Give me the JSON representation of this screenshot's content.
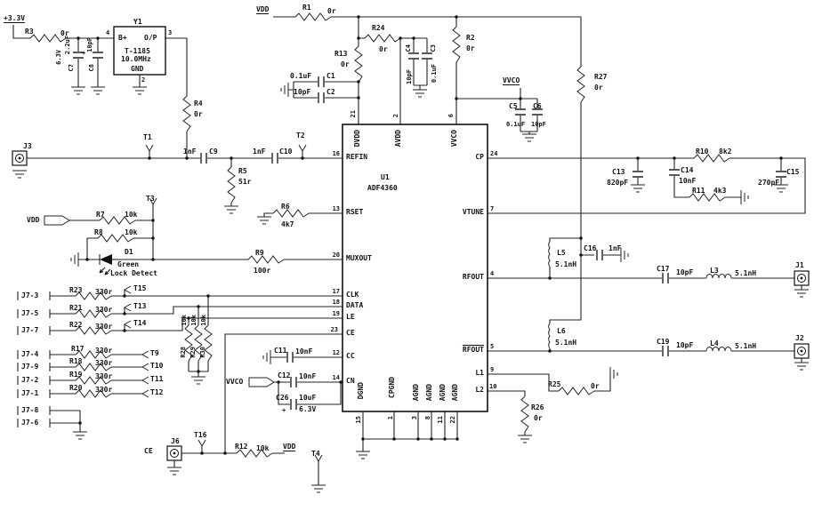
{
  "pwr": {
    "v33": "+3.3V",
    "vdd": "VDD",
    "vvco": "VVCO"
  },
  "lbl": {
    "ce": "CE",
    "plus": "+"
  },
  "u1": {
    "ref": "U1",
    "part": "ADF4360",
    "pins": {
      "p16": {
        "n": "16",
        "t": "REFIN"
      },
      "p13": {
        "n": "13",
        "t": "RSET"
      },
      "p20": {
        "n": "20",
        "t": "MUXOUT"
      },
      "p17": {
        "n": "17",
        "t": "CLK"
      },
      "p18": {
        "n": "18",
        "t": "DATA"
      },
      "p19": {
        "n": "19",
        "t": "LE"
      },
      "p23": {
        "n": "23",
        "t": "CE"
      },
      "p12": {
        "n": "12",
        "t": "CC"
      },
      "p14": {
        "n": "14",
        "t": "CN"
      },
      "p21": {
        "n": "21",
        "t": "DVDD"
      },
      "p2": {
        "n": "2",
        "t": "AVDD"
      },
      "p6": {
        "n": "6",
        "t": "VVCO"
      },
      "p24": {
        "n": "24",
        "t": "CP"
      },
      "p7": {
        "n": "7",
        "t": "VTUNE"
      },
      "p4": {
        "n": "4",
        "t": "RFOUT"
      },
      "p5": {
        "n": "5",
        "t": "RFOUT"
      },
      "p9": {
        "n": "9",
        "t": "L1"
      },
      "p10": {
        "n": "10",
        "t": "L2"
      },
      "p15": {
        "n": "15",
        "t": "DGND"
      },
      "p1": {
        "n": "1",
        "t": "CPGND"
      },
      "p3": {
        "n": "3",
        "t": "AGND"
      },
      "p8": {
        "n": "8",
        "t": "AGND"
      },
      "p11": {
        "n": "11",
        "t": "AGND"
      },
      "p22": {
        "n": "22",
        "t": "AGND"
      }
    }
  },
  "osc": {
    "ref": "Y1",
    "part": "T-1185",
    "freq": "10.0MHz",
    "bplus": "B+",
    "out": "O/P",
    "gnd": "GND",
    "p4": "4",
    "p3": "3",
    "p2": "2"
  },
  "led": {
    "ref": "D1",
    "color": "Green",
    "func": "Lock Detect"
  },
  "r": {
    "R1": {
      "ref": "R1",
      "val": "0r"
    },
    "R2": {
      "ref": "R2",
      "val": "0r"
    },
    "R3": {
      "ref": "R3",
      "val": "0r"
    },
    "R4": {
      "ref": "R4",
      "val": "0r"
    },
    "R5": {
      "ref": "R5",
      "val": "51r"
    },
    "R6": {
      "ref": "R6",
      "val": "4k7"
    },
    "R7": {
      "ref": "R7",
      "val": "10k"
    },
    "R8": {
      "ref": "R8",
      "val": "10k"
    },
    "R9": {
      "ref": "R9",
      "val": "100r"
    },
    "R10": {
      "ref": "R10",
      "val": "8k2"
    },
    "R11": {
      "ref": "R11",
      "val": "4k3"
    },
    "R12": {
      "ref": "R12",
      "val": "10k"
    },
    "R13": {
      "ref": "R13",
      "val": "0r"
    },
    "R17": {
      "ref": "R17",
      "val": "330r"
    },
    "R18": {
      "ref": "R18",
      "val": "330r"
    },
    "R19": {
      "ref": "R19",
      "val": "330r"
    },
    "R20": {
      "ref": "R20",
      "val": "330r"
    },
    "R21": {
      "ref": "R21",
      "val": "330r"
    },
    "R22": {
      "ref": "R22",
      "val": "330r"
    },
    "R23": {
      "ref": "R23",
      "val": "330r"
    },
    "R24": {
      "ref": "R24",
      "val": "0r"
    },
    "R25": {
      "ref": "R25",
      "val": "0r"
    },
    "R26": {
      "ref": "R26",
      "val": "0r"
    },
    "R27": {
      "ref": "R27",
      "val": "0r"
    },
    "R28": {
      "ref": "R28",
      "val": "10k"
    },
    "R29": {
      "ref": "R29",
      "val": "10k"
    },
    "R30": {
      "ref": "R30",
      "val": "10k"
    }
  },
  "c": {
    "C1": {
      "ref": "C1",
      "val": "0.1uF"
    },
    "C2": {
      "ref": "C2",
      "val": "10pF"
    },
    "C3": {
      "ref": "C3",
      "val": "0.1uF"
    },
    "C4": {
      "ref": "C4",
      "val": "10pF"
    },
    "C5": {
      "ref": "C5",
      "val": "0.1uF"
    },
    "C6": {
      "ref": "C6",
      "val": "10pF"
    },
    "C7": {
      "ref": "C7",
      "val": "2.2uF",
      "volt": "6.3V"
    },
    "C8": {
      "ref": "C8",
      "val": "10pF"
    },
    "C9": {
      "ref": "C9",
      "val": "1nF"
    },
    "C10": {
      "ref": "C10",
      "val": "1nF"
    },
    "C11": {
      "ref": "C11",
      "val": "10nF"
    },
    "C12": {
      "ref": "C12",
      "val": "10nF"
    },
    "C13": {
      "ref": "C13",
      "val": "820pF"
    },
    "C14": {
      "ref": "C14",
      "val": "10nF"
    },
    "C15": {
      "ref": "C15",
      "val": "270pF"
    },
    "C16": {
      "ref": "C16",
      "val": "1nF"
    },
    "C17": {
      "ref": "C17",
      "val": "10pF"
    },
    "C19": {
      "ref": "C19",
      "val": "10pF"
    },
    "C26": {
      "ref": "C26",
      "val": "10uF",
      "volt": "6.3V"
    }
  },
  "l": {
    "L3": {
      "ref": "L3",
      "val": "5.1nH"
    },
    "L4": {
      "ref": "L4",
      "val": "5.1nH"
    },
    "L5": {
      "ref": "L5",
      "val": "5.1nH"
    },
    "L6": {
      "ref": "L6",
      "val": "5.1nH"
    }
  },
  "j": {
    "J1": "J1",
    "J2": "J2",
    "J3": "J3",
    "J6": "J6"
  },
  "j7": {
    "a": "J7-3",
    "b": "J7-5",
    "c": "J7-7",
    "d": "J7-4",
    "e": "J7-9",
    "f": "J7-2",
    "g": "J7-1",
    "h": "J7-8",
    "i": "J7-6"
  },
  "tp": {
    "T1": "T1",
    "T2": "T2",
    "T3": "T3",
    "T4": "T4",
    "T9": "T9",
    "T10": "T10",
    "T11": "T11",
    "T12": "T12",
    "T13": "T13",
    "T14": "T14",
    "T15": "T15",
    "T16": "T16"
  },
  "colors": {
    "ink": "#111111",
    "bg": "#ffffff"
  }
}
